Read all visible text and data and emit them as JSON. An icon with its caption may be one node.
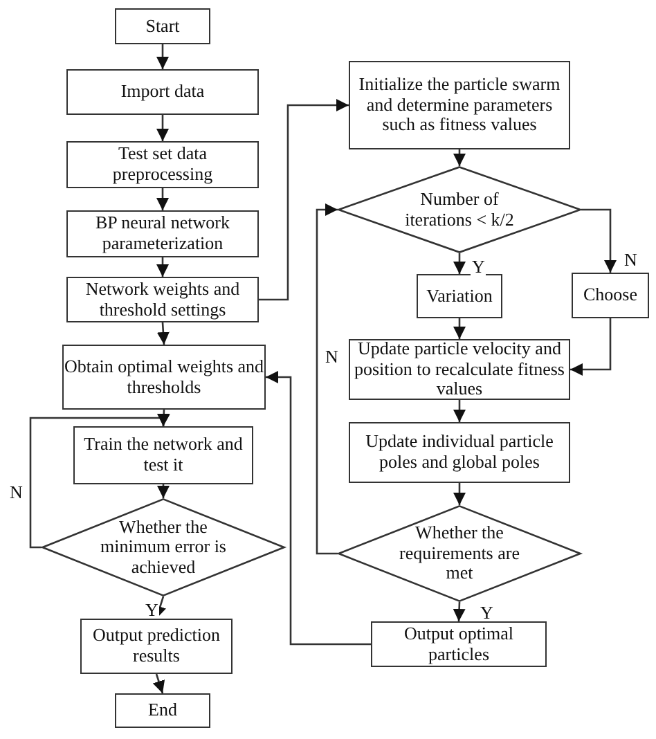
{
  "diagram": {
    "nodes": [
      {
        "text": [
          "Start"
        ]
      },
      {
        "text": [
          "Import data"
        ]
      },
      {
        "text": [
          "Test set data preprocessing"
        ]
      },
      {
        "text": [
          "BP neural network parameterization"
        ]
      },
      {
        "text": [
          "Network weights and threshold settings"
        ]
      },
      {
        "text": [
          "Obtain optimal weights and thresholds"
        ]
      },
      {
        "text": [
          "Train the network and test it"
        ]
      },
      {
        "text": [
          "Whether  the minimum error is achieved"
        ]
      },
      {
        "text": [
          "Output prediction results"
        ]
      },
      {
        "text": [
          "End"
        ]
      },
      {
        "text": [
          "Initialize the particle swarm and determine parameters such as fitness values"
        ]
      },
      {
        "text": [
          "Number of iterations < k/2"
        ]
      },
      {
        "text": [
          "Variation"
        ]
      },
      {
        "text": [
          "Choose"
        ]
      },
      {
        "text": [
          "Update particle velocity and position to recalculate fitness values"
        ]
      },
      {
        "text": [
          "Update individual particle poles and global poles"
        ]
      },
      {
        "text": [
          "Whether the requirements are met"
        ]
      },
      {
        "text": [
          "Output optimal particles"
        ]
      }
    ],
    "edges": [
      {
        "from": 0,
        "to": 1,
        "arrow": "to"
      },
      {
        "from": 1,
        "to": 2,
        "arrow": "to"
      },
      {
        "from": 2,
        "to": 3,
        "arrow": "to"
      },
      {
        "from": 3,
        "to": 4,
        "arrow": "to"
      },
      {
        "from": 4,
        "to": 5,
        "arrow": "to"
      },
      {
        "from": 5,
        "to": 6,
        "arrow": "to"
      },
      {
        "from": 6,
        "to": 7,
        "arrow": "to"
      },
      {
        "from": 7,
        "to": 8,
        "arrow": "to",
        "label": "Y"
      },
      {
        "from": 8,
        "to": 9,
        "arrow": "to"
      },
      {
        "from": 7,
        "to": 6,
        "arrow": "to",
        "label": "N"
      },
      {
        "from": 4,
        "to": 10,
        "arrow": "to"
      },
      {
        "from": 10,
        "to": 11,
        "arrow": "to"
      },
      {
        "from": 11,
        "to": 12,
        "arrow": "to",
        "label": "Y"
      },
      {
        "from": 11,
        "to": 13,
        "arrow": "to",
        "label": "N"
      },
      {
        "from": 12,
        "to": 14,
        "arrow": "to"
      },
      {
        "from": 13,
        "to": 14,
        "arrow": "to"
      },
      {
        "from": 14,
        "to": 15,
        "arrow": "to"
      },
      {
        "from": 15,
        "to": 16,
        "arrow": "to"
      },
      {
        "from": 16,
        "to": 17,
        "arrow": "to",
        "label": "Y"
      },
      {
        "from": 16,
        "to": 11,
        "arrow": "to",
        "label": "N"
      },
      {
        "from": 17,
        "to": 5,
        "arrow": "to"
      }
    ]
  }
}
